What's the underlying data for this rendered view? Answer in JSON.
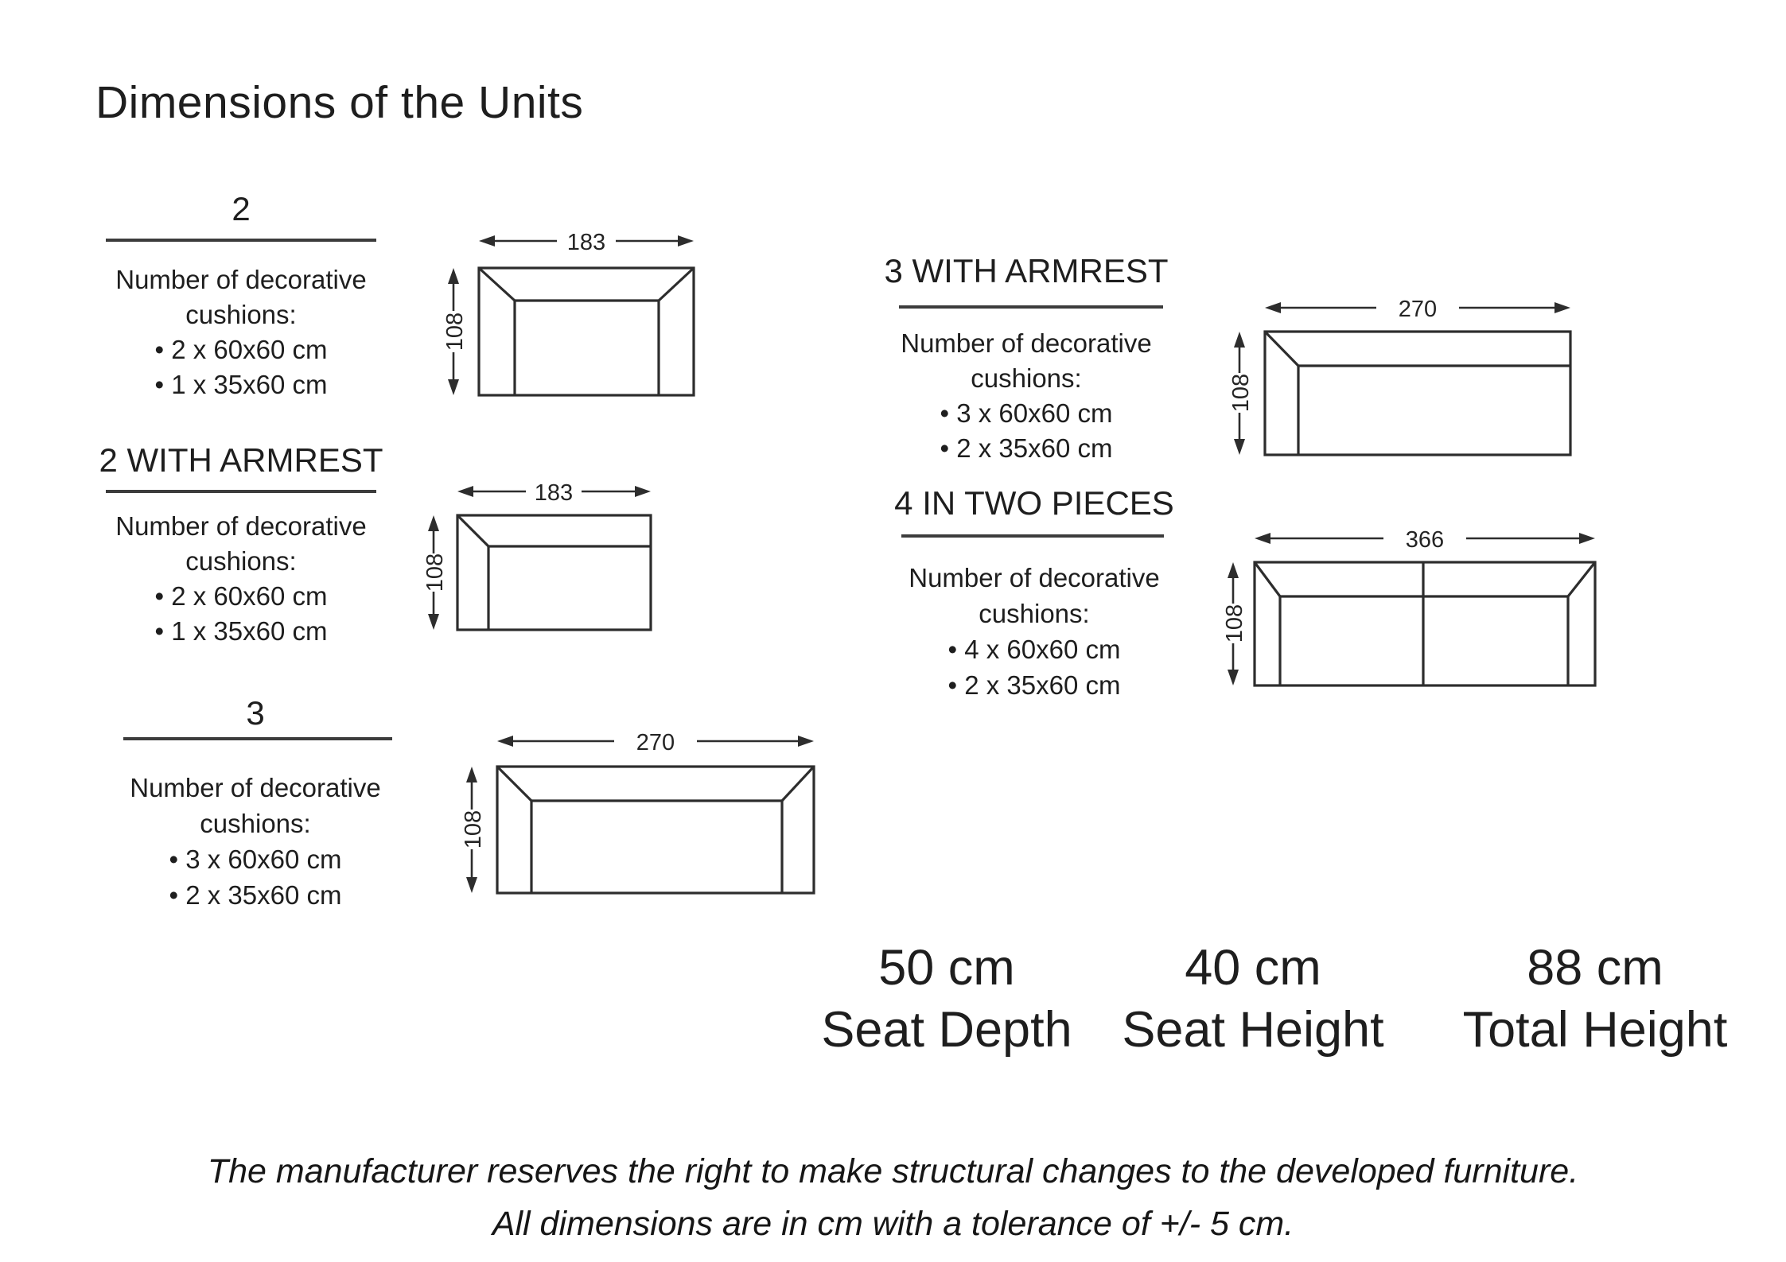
{
  "title": "Dimensions of the Units",
  "sections": [
    {
      "heading": "2",
      "intro": [
        "Number of decorative",
        "cushions:"
      ],
      "bullets": [
        "• 2 x 60x60 cm",
        "• 1 x 35x60 cm"
      ],
      "dims": {
        "width": "183",
        "depth": "108"
      }
    },
    {
      "heading": "2 WITH ARMREST",
      "intro": [
        "Number of decorative",
        "cushions:"
      ],
      "bullets": [
        "• 2 x 60x60 cm",
        "• 1 x 35x60 cm"
      ],
      "dims": {
        "width": "183",
        "depth": "108"
      }
    },
    {
      "heading": "3",
      "intro": [
        "Number of decorative",
        "cushions:"
      ],
      "bullets": [
        "• 3 x 60x60 cm",
        "• 2 x 35x60 cm"
      ],
      "dims": {
        "width": "270",
        "depth": "108"
      }
    },
    {
      "heading": "3 WITH ARMREST",
      "intro": [
        "Number of decorative",
        "cushions:"
      ],
      "bullets": [
        "• 3 x 60x60 cm",
        "• 2 x 35x60 cm"
      ],
      "dims": {
        "width": "270",
        "depth": "108"
      }
    },
    {
      "heading": "4 IN TWO PIECES",
      "intro": [
        "Number of decorative",
        "cushions:"
      ],
      "bullets": [
        "• 4 x 60x60 cm",
        "• 2 x 35x60 cm"
      ],
      "dims": {
        "width": "366",
        "depth": "108"
      }
    }
  ],
  "specs": [
    {
      "value": "50 cm",
      "label": "Seat Depth"
    },
    {
      "value": "40 cm",
      "label": "Seat Height"
    },
    {
      "value": "88 cm",
      "label": "Total Height"
    }
  ],
  "footer": {
    "line1": "The manufacturer reserves the right to make structural changes to the developed furniture.",
    "line2": "All dimensions are in cm with a tolerance of +/- 5 cm."
  },
  "colors": {
    "ink": "#1e1e1e",
    "line": "#2d2d2d"
  }
}
